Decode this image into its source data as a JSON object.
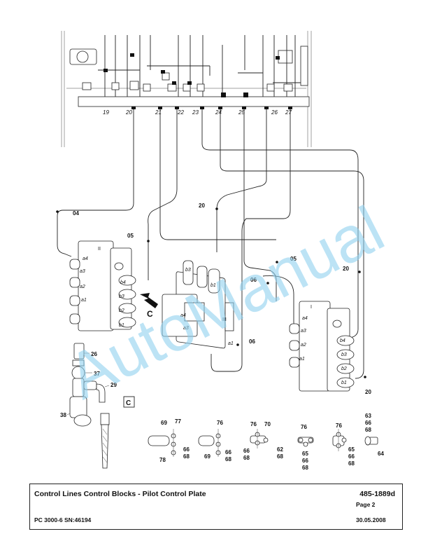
{
  "watermark": "AutoManual",
  "detail_view_letter": "C",
  "detail_box_label": "C",
  "manifold_ports": [
    "19",
    "20",
    "21",
    "22",
    "23",
    "24",
    "25",
    "26",
    "27"
  ],
  "line_labels": {
    "l04": "04",
    "l05a": "05",
    "l05b": "05",
    "l06a": "06",
    "l06b": "06",
    "l20a": "20",
    "l20b": "20",
    "l20c": "20"
  },
  "block_left": {
    "roman": "II",
    "ports_a": [
      "a4",
      "a3",
      "a2",
      "a1"
    ],
    "ports_b": [
      "b4",
      "b3",
      "b2",
      "b1"
    ]
  },
  "block_middle": {
    "roman": "III",
    "ports_a": [
      "a4",
      "a3",
      "a1"
    ],
    "ports_b": [
      "b3",
      "b1"
    ]
  },
  "block_right": {
    "roman": "I",
    "ports_a": [
      "a4",
      "a3",
      "a2",
      "a1"
    ],
    "ports_b": [
      "b4",
      "b3",
      "b2",
      "b1"
    ]
  },
  "fitting_parts": {
    "p26": "26",
    "p37": "37",
    "p29": "29",
    "p38": "38"
  },
  "detail_parts": {
    "d1": [
      "69",
      "77",
      "66",
      "68",
      "78"
    ],
    "d2": [
      "76",
      "69",
      "66",
      "68"
    ],
    "d3": [
      "76",
      "70",
      "66",
      "68",
      "62",
      "68"
    ],
    "d4": [
      "76",
      "65",
      "66",
      "68"
    ],
    "d5": [
      "76",
      "65",
      "66",
      "68"
    ],
    "d6": [
      "63",
      "66",
      "68",
      "64"
    ]
  },
  "title_block": {
    "title": "Control Lines Control Blocks - Pilot Control Plate",
    "doc_number": "485-1889d",
    "page": "Page 2",
    "model": "PC 3000-6 SN:46194",
    "date": "30.05.2008"
  }
}
